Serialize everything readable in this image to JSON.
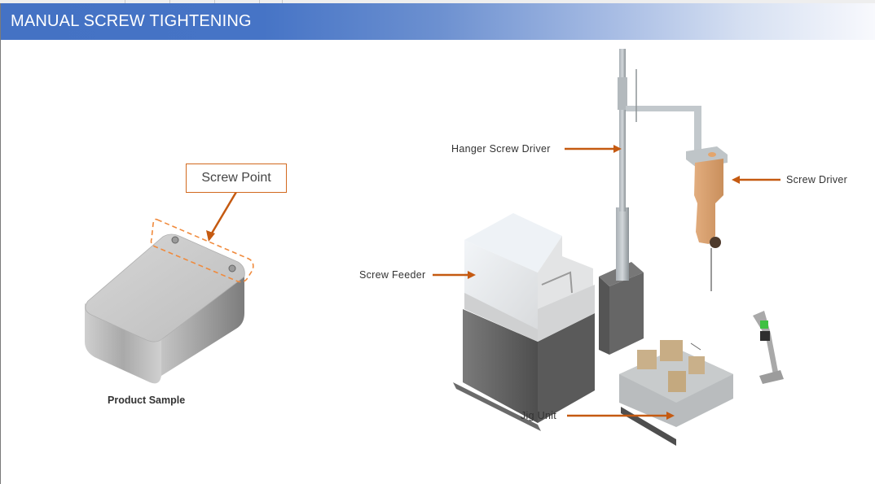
{
  "slide": {
    "title": "MANUAL SCREW TIGHTENING",
    "accent_color": "#4472c4",
    "arrow_color": "#c55a11"
  },
  "product": {
    "callout": "Screw Point",
    "caption": "Product Sample"
  },
  "equipment": {
    "labels": {
      "hanger_screw_driver": "Hanger Screw Driver",
      "screw_driver": "Screw Driver",
      "screw_feeder": "Screw Feeder",
      "jig_unit": "Jig Unit"
    }
  }
}
